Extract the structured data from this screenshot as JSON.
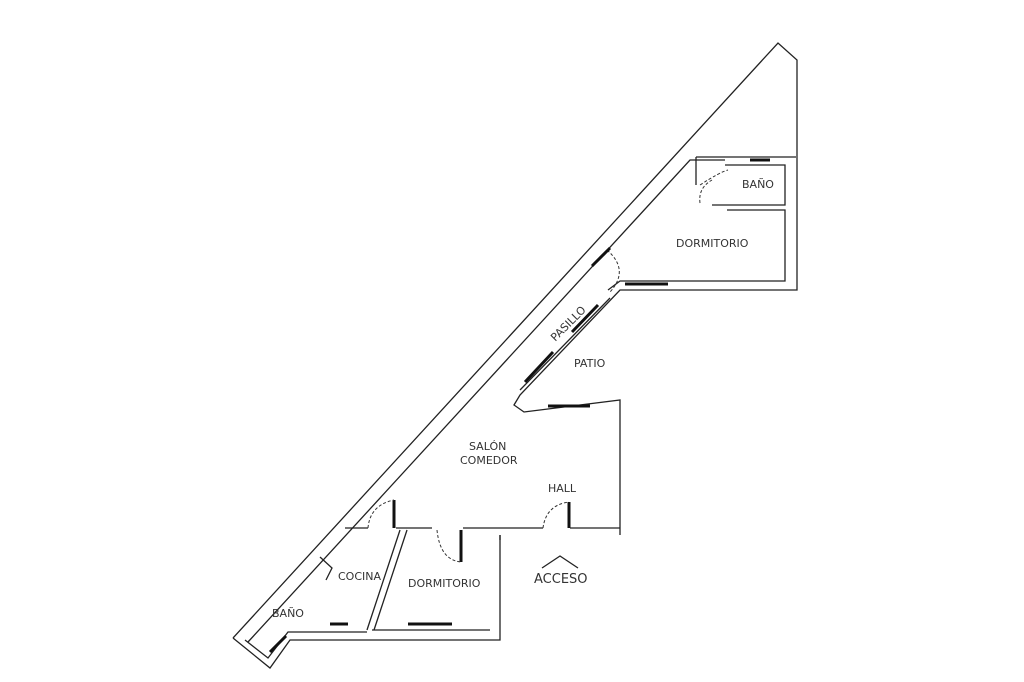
{
  "rooms": {
    "bano_top": "BAÑO",
    "dormitorio_top": "DORMITORIO",
    "pasillo": "PASILLO",
    "patio": "PATIO",
    "salon_line1": "SALÓN",
    "salon_line2": "COMEDOR",
    "hall": "HALL",
    "cocina": "COCINA",
    "dormitorio_bottom": "DORMITORIO",
    "bano_bottom": "BAÑO",
    "acceso": "ACCESO"
  }
}
